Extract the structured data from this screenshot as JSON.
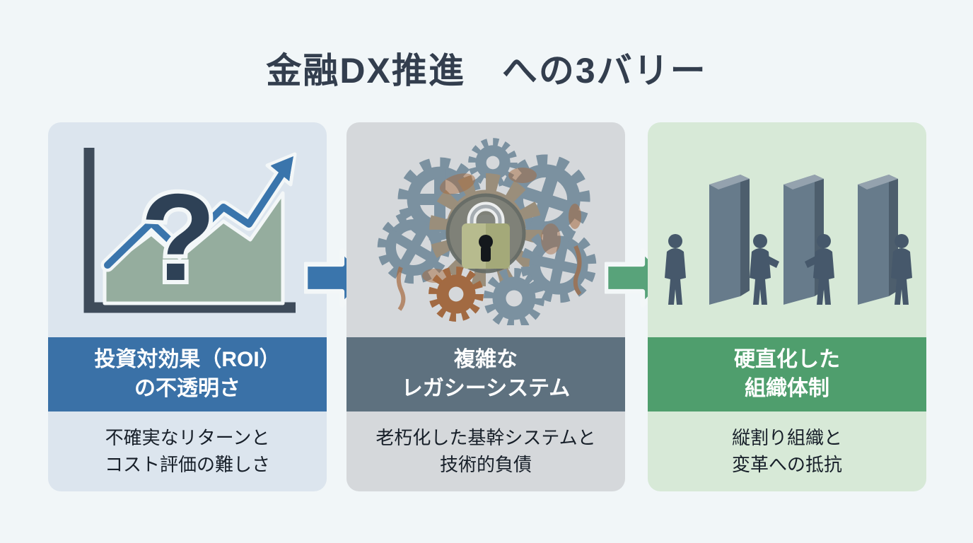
{
  "page": {
    "title": "金融DX推進　への3バリー",
    "background_color": "#f1f6f8",
    "title_color": "#333e4e"
  },
  "cards": [
    {
      "name": "roi-barrier",
      "icon": "uncertain-roi-chart-icon",
      "title": "投資対効果（ROI）\nの不透明さ",
      "description": "不確実なリターンと\nコスト評価の難しさ",
      "band_color": "#3a71a7",
      "panel_color": "#dce5ee"
    },
    {
      "name": "legacy-system-barrier",
      "icon": "rusty-gears-lock-icon",
      "title": "複雑な\nレガシーシステム",
      "description": "老朽化した基幹システムと\n技術的負債",
      "band_color": "#5e717f",
      "panel_color": "#d5d8db"
    },
    {
      "name": "rigid-organization-barrier",
      "icon": "silo-walls-people-icon",
      "title": "硬直化した\n組織体制",
      "description": "縦割り組織と\n変革への抵抗",
      "band_color": "#4f9e6d",
      "panel_color": "#d7e9d7"
    }
  ],
  "arrows": [
    {
      "name": "flow-arrow-1",
      "color": "#3a75ac"
    },
    {
      "name": "flow-arrow-2",
      "color": "#58a37a"
    }
  ]
}
